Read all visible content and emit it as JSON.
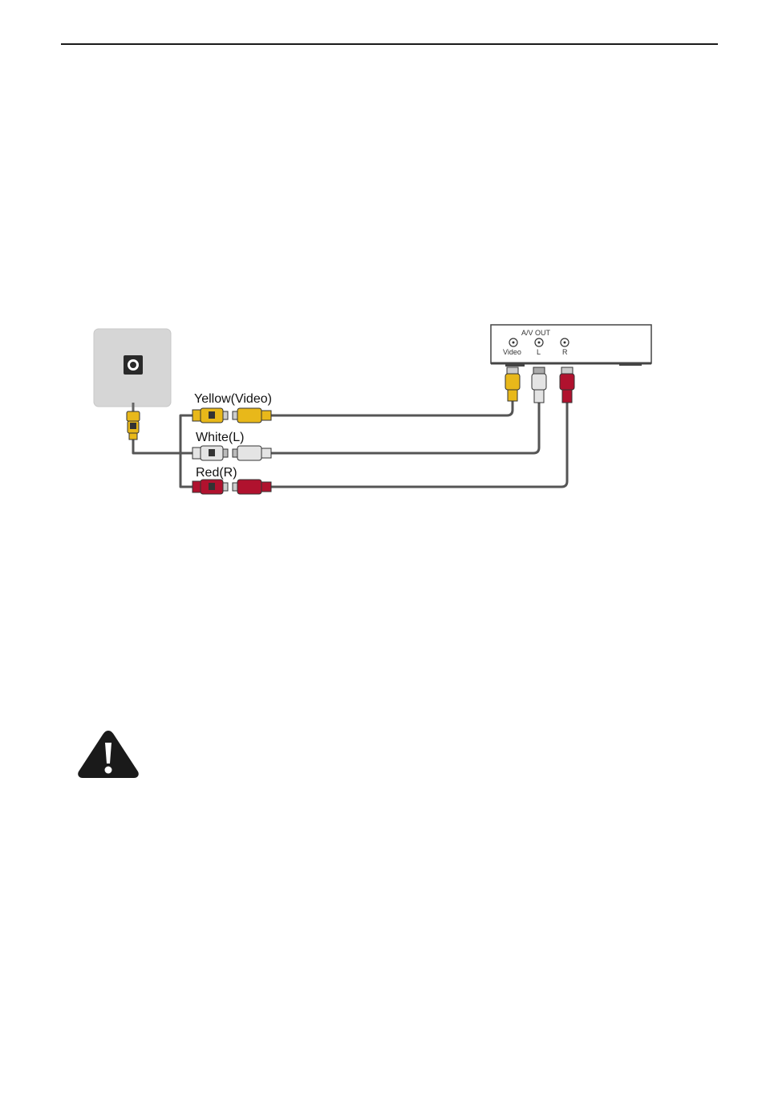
{
  "diagram": {
    "source_device": {
      "ports": {
        "section_label": "A/V OUT",
        "video": "Video",
        "left": "L",
        "right": "R"
      }
    },
    "cables": {
      "yellow": "Yellow(Video)",
      "white": "White(L)",
      "red": "Red(R)"
    }
  },
  "icons": {
    "warning": "warning-triangle-icon"
  },
  "colors": {
    "yellow": "#e8b81a",
    "white": "#e4e4e4",
    "red": "#b0122e",
    "wire": "#555555",
    "panel": "#d6d6d6"
  }
}
